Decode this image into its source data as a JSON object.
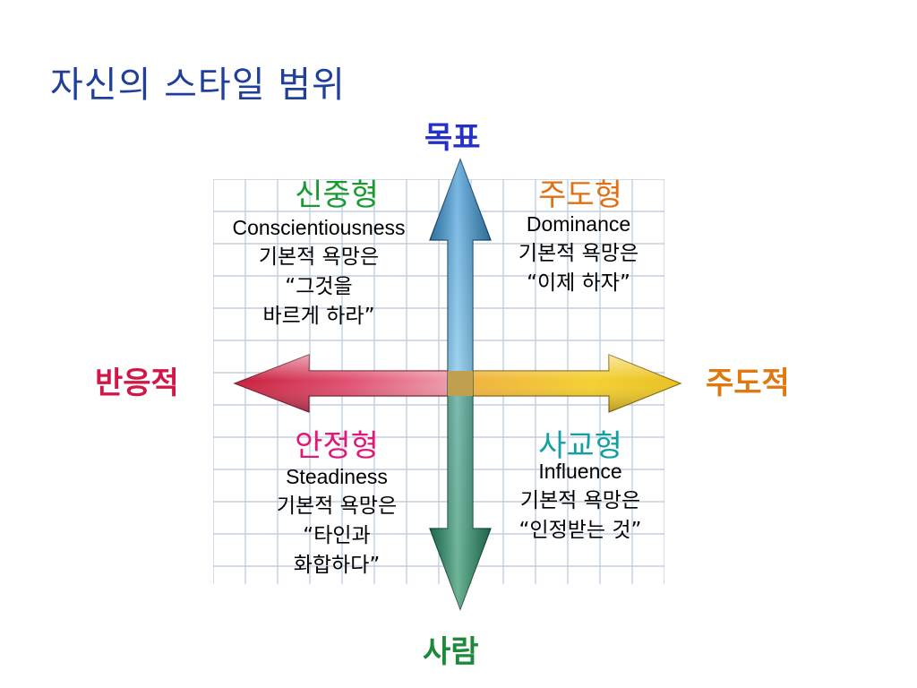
{
  "title": "자신의 스타일 범위",
  "axes": {
    "top": "목표",
    "bottom": "사람",
    "left": "반응적",
    "right": "주도적"
  },
  "quadrants": {
    "top_left": {
      "heading": "신중형",
      "english": "Conscientiousness",
      "lines": [
        "기본적 욕망은",
        "“그것을",
        "바르게 하라”"
      ]
    },
    "top_right": {
      "heading": "주도형",
      "english": "Dominance",
      "lines": [
        "기본적 욕망은",
        "“이제 하자”"
      ]
    },
    "bottom_left": {
      "heading": "안정형",
      "english": "Steadiness",
      "lines": [
        "기본적 욕망은",
        "“타인과",
        "화합하다”"
      ]
    },
    "bottom_right": {
      "heading": "사교형",
      "english": "Influence",
      "lines": [
        "기본적 욕망은",
        "“인정받는 것”"
      ]
    }
  },
  "colors": {
    "title": "#1f3f9a",
    "top_axis": "#2430c8",
    "bottom_axis": "#1c8a3a",
    "left_axis": "#d01848",
    "right_axis": "#e07810",
    "head_top_left": "#1a9a30",
    "head_top_right": "#e07010",
    "head_bottom_left": "#e01878",
    "head_bottom_right": "#14a0a0"
  }
}
